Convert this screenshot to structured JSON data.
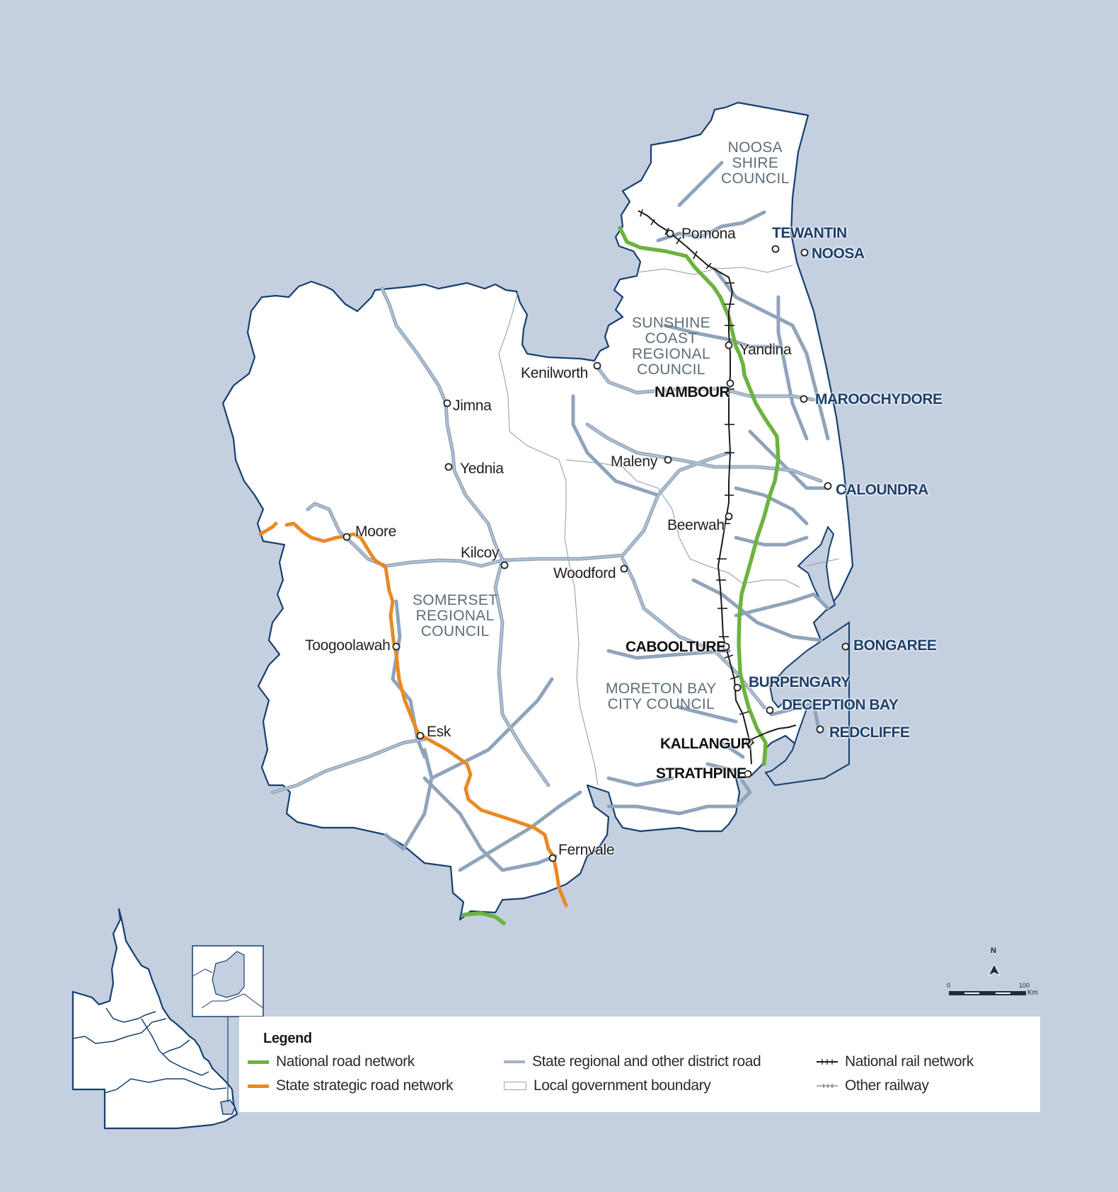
{
  "map": {
    "councils": [
      {
        "id": "noosa",
        "lines": [
          "NOOSA",
          "SHIRE",
          "COUNCIL"
        ]
      },
      {
        "id": "sunshine-coast",
        "lines": [
          "SUNSHINE",
          "COAST",
          "REGIONAL",
          "COUNCIL"
        ]
      },
      {
        "id": "somerset",
        "lines": [
          "SOMERSET",
          "REGIONAL",
          "COUNCIL"
        ]
      },
      {
        "id": "moreton-bay",
        "lines": [
          "MORETON BAY",
          "CITY COUNCIL"
        ]
      }
    ],
    "towns": {
      "pomona": "Pomona",
      "yandina": "Yandina",
      "kenilworth": "Kenilworth",
      "jimna": "Jimna",
      "yednia": "Yednia",
      "maleny": "Maleny",
      "beerwah": "Beerwah",
      "moore": "Moore",
      "kilcoy": "Kilcoy",
      "woodford": "Woodford",
      "toogoolawah": "Toogoolawah",
      "esk": "Esk",
      "fernvale": "Fernvale"
    },
    "major_towns": {
      "nambour": "NAMBOUR",
      "caboolture": "CABOOLTURE",
      "kallangur": "KALLANGUR",
      "strathpine": "STRATHPINE"
    },
    "coastal_towns": {
      "tewantin": "TEWANTIN",
      "noosa": "NOOSA",
      "maroochydore": "MAROOCHYDORE",
      "caloundra": "CALOUNDRA",
      "bongaree": "BONGAREE",
      "burpengary": "BURPENGARY",
      "deception_bay": "DECEPTION BAY",
      "redcliffe": "REDCLIFFE"
    }
  },
  "scale": {
    "north_label": "N",
    "start": "0",
    "end": "100",
    "unit": "Km"
  },
  "legend": {
    "title": "Legend",
    "items": [
      {
        "label": "National road network",
        "color": "#6db33f"
      },
      {
        "label": "State strategic road network",
        "color": "#e98a24"
      },
      {
        "label": "State regional and other district road",
        "color": "#9fb1c5"
      },
      {
        "label": "Local government boundary",
        "color": "#ffffff"
      },
      {
        "label": "National rail network",
        "color": "#1a1a1a"
      },
      {
        "label": "Other railway",
        "color": "#555555"
      }
    ]
  },
  "colors": {
    "background": "#c4cfe0",
    "land": "#ffffff",
    "boundary": "#163f6e",
    "inset_highlight": "#c4cfe0"
  }
}
